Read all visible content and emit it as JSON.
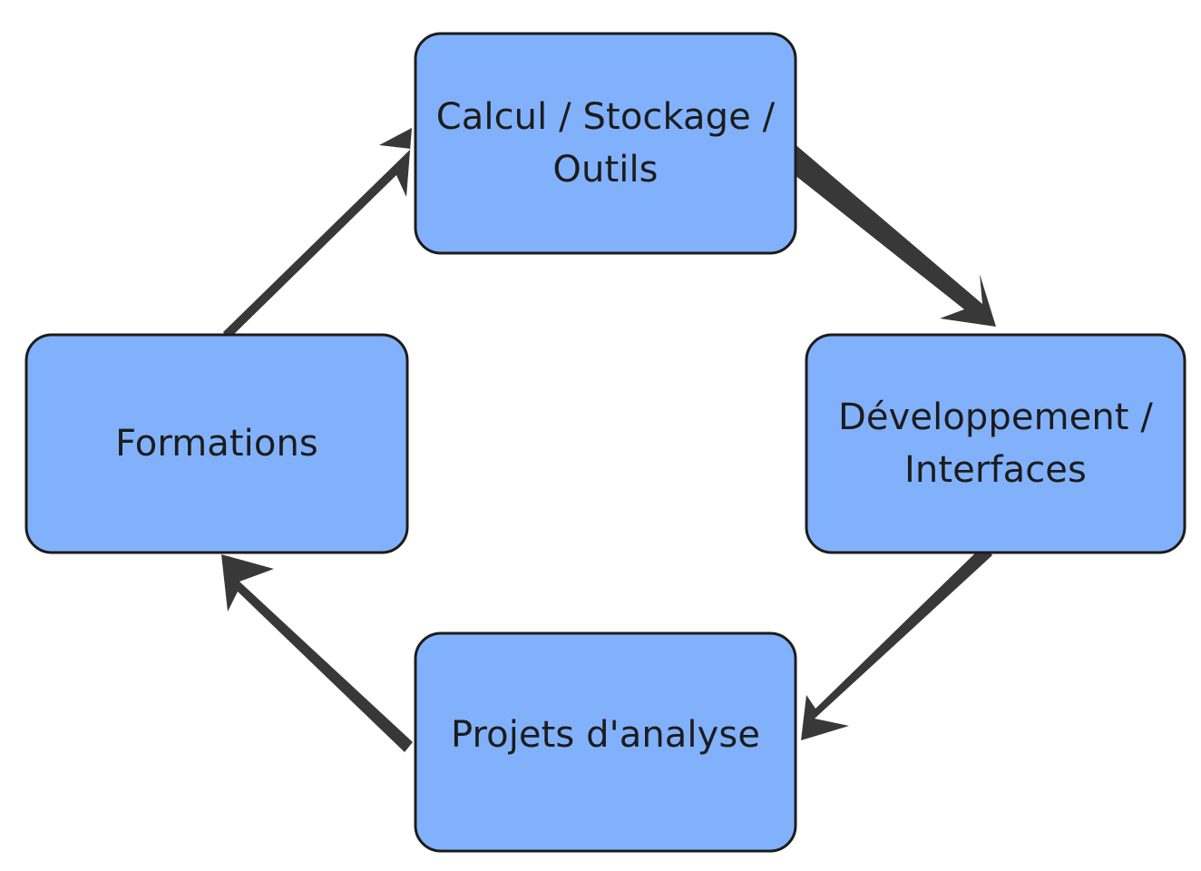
{
  "diagram": {
    "type": "cycle-flow",
    "title": "",
    "background_color": "#ffffff",
    "node_fill_color": "#82B1FC",
    "node_stroke_color": "#1c1c1c",
    "node_text_color": "#1c1c1c",
    "arrow_color": "#383838",
    "direction": "clockwise",
    "nodes": [
      {
        "id": "compute",
        "label": "Calcul / Stockage /\nOutils",
        "position": "top"
      },
      {
        "id": "dev",
        "label": "Développement /\nInterfaces",
        "position": "right"
      },
      {
        "id": "projects",
        "label": "Projets d'analyse",
        "position": "bottom"
      },
      {
        "id": "training",
        "label": "Formations",
        "position": "left"
      }
    ],
    "edges": [
      {
        "id": "edge-compute-dev",
        "from": "compute",
        "to": "dev",
        "label": ""
      },
      {
        "id": "edge-dev-projects",
        "from": "dev",
        "to": "projects",
        "label": ""
      },
      {
        "id": "edge-projects-training",
        "from": "projects",
        "to": "training",
        "label": ""
      },
      {
        "id": "edge-training-compute",
        "from": "training",
        "to": "compute",
        "label": ""
      }
    ]
  }
}
